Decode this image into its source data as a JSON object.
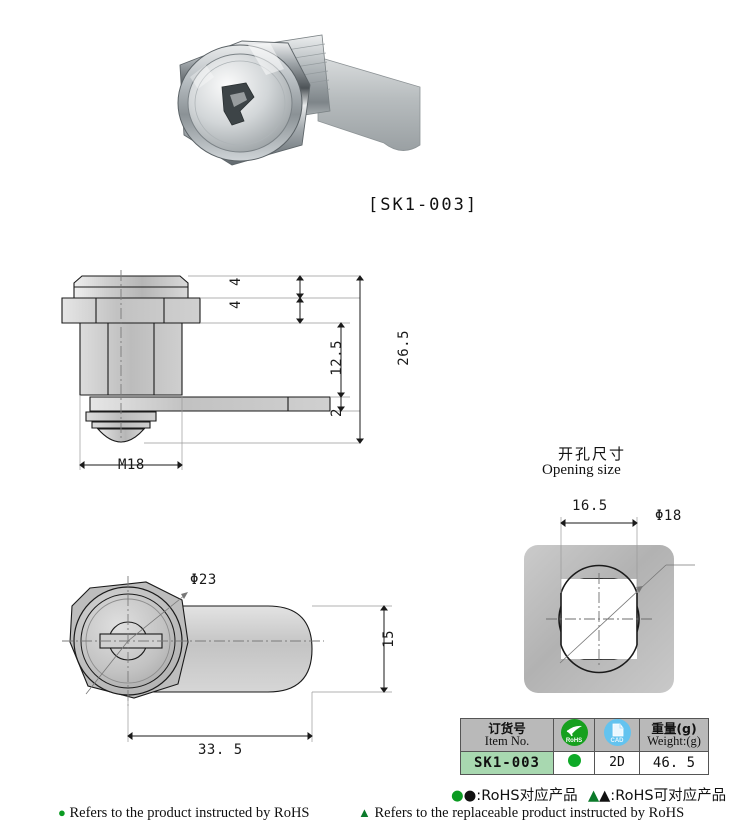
{
  "product": {
    "photo_label": "[SK1-003]",
    "photo_alt": "chrome cam lock with key barrel and flat cam arm"
  },
  "side_view": {
    "dimensions": {
      "head_height": "4",
      "collar_height": "4",
      "barrel_length": "12.5",
      "overall_height": "26.5",
      "cam_thickness": "2",
      "thread": "M18"
    }
  },
  "front_view": {
    "dimensions": {
      "face_diameter": "Φ23",
      "cam_width": "15",
      "overall_length": "33. 5"
    }
  },
  "opening_size": {
    "title_cn": "开孔尺寸",
    "title_en": "Opening size",
    "dimensions": {
      "flat_width": "16.5",
      "hole_diameter": "Φ18"
    }
  },
  "spec_table": {
    "headers": [
      {
        "cn": "订货号",
        "en": "Item No."
      },
      {
        "cn": "",
        "en": "",
        "icon": "rohs-badge-icon",
        "badge_text": "RoHS"
      },
      {
        "cn": "",
        "en": "",
        "icon": "cad-badge-icon",
        "badge_text": "CAD"
      },
      {
        "cn": "重量(g)",
        "en": "Weight:(g)"
      }
    ],
    "rows": [
      {
        "item_no": "SK1-003",
        "rohs": "●",
        "cad": "2D",
        "weight": "46. 5"
      }
    ]
  },
  "legend": {
    "cn_dot": "●:RoHS对应产品",
    "cn_tri": "▲:RoHS可对应产品",
    "en_dot_marker": "●",
    "en_dot": "Refers to the product instructed by RoHS",
    "en_tri_marker": "▲",
    "en_tri": "Refers to the replaceable product instructed by RoHS"
  },
  "colors": {
    "rohs_green": "#16a01e",
    "cad_blue": "#63c3ef",
    "row_green": "#a8d8b0",
    "header_gray": "#b9b9b9",
    "line": "#1a1a1a"
  }
}
